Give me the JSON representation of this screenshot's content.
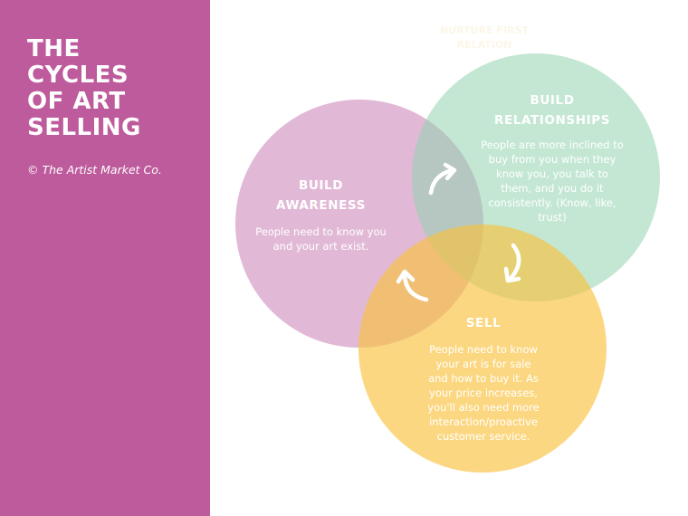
{
  "sidebar": {
    "title_lines": [
      "THE",
      "CYCLES",
      "OF ART",
      "SELLING"
    ],
    "credit": "© The Artist Market Co."
  },
  "faint_overlay_lines": [
    "NURTURE FIRST",
    "RELATION"
  ],
  "colors": {
    "sidebar": "#bd5b9c",
    "awareness": "#d9a4ca",
    "relationships": "#b6e3cb",
    "sell": "#f9ce63",
    "text": "#ffffff"
  },
  "icons": [
    "curved-arrow-icon",
    "curved-arrow-icon",
    "curved-arrow-icon"
  ],
  "circles": {
    "awareness": {
      "heading_lines": [
        "BUILD",
        "AWARENESS"
      ],
      "body": "People need to know you and your art exist."
    },
    "relationships": {
      "heading_lines": [
        "BUILD",
        "RELATIONSHIPS"
      ],
      "body": "People are more inclined to buy from you when they know you, you talk to them, and you do it consistently. (Know, like, trust)"
    },
    "sell": {
      "heading_lines": [
        "SELL"
      ],
      "body": "People need to know your art is for sale and how to buy it. As your price increases, you'll also need more interaction/proactive customer service."
    }
  }
}
